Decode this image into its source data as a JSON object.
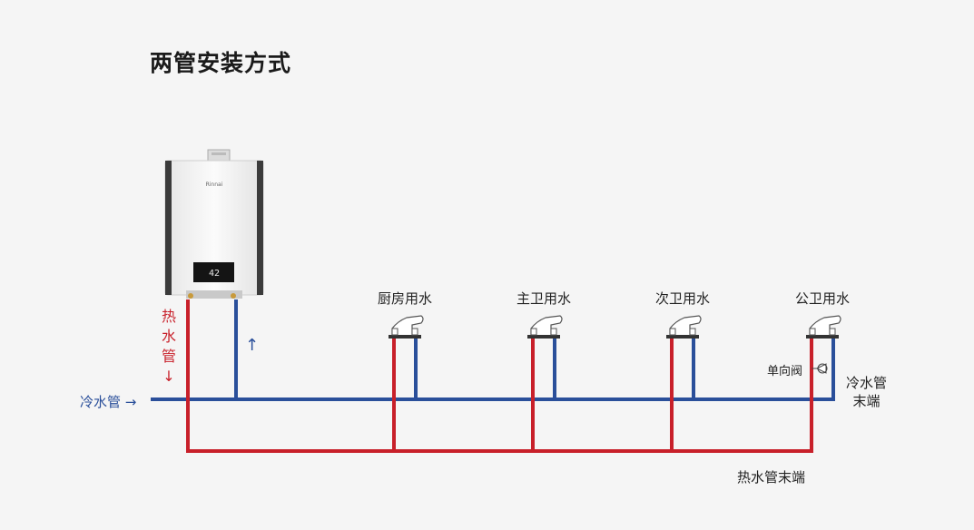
{
  "title": "两管安装方式",
  "labels": {
    "cold_pipe": "冷水管 →",
    "hot_pipe_chars": [
      "热",
      "水",
      "管",
      "↓"
    ],
    "up_arrow": "↑",
    "check_valve": "单向阀",
    "cold_end_line1": "冷水管",
    "cold_end_line2": "末端",
    "hot_end": "热水管末端"
  },
  "outlets": [
    {
      "label": "厨房用水"
    },
    {
      "label": "主卫用水"
    },
    {
      "label": "次卫用水"
    },
    {
      "label": "公卫用水"
    }
  ],
  "heater": {
    "display": "42",
    "brand": "Rinnai"
  },
  "colors": {
    "hot": "#c8202a",
    "cold": "#2a4f9a",
    "background": "#f5f5f5"
  }
}
